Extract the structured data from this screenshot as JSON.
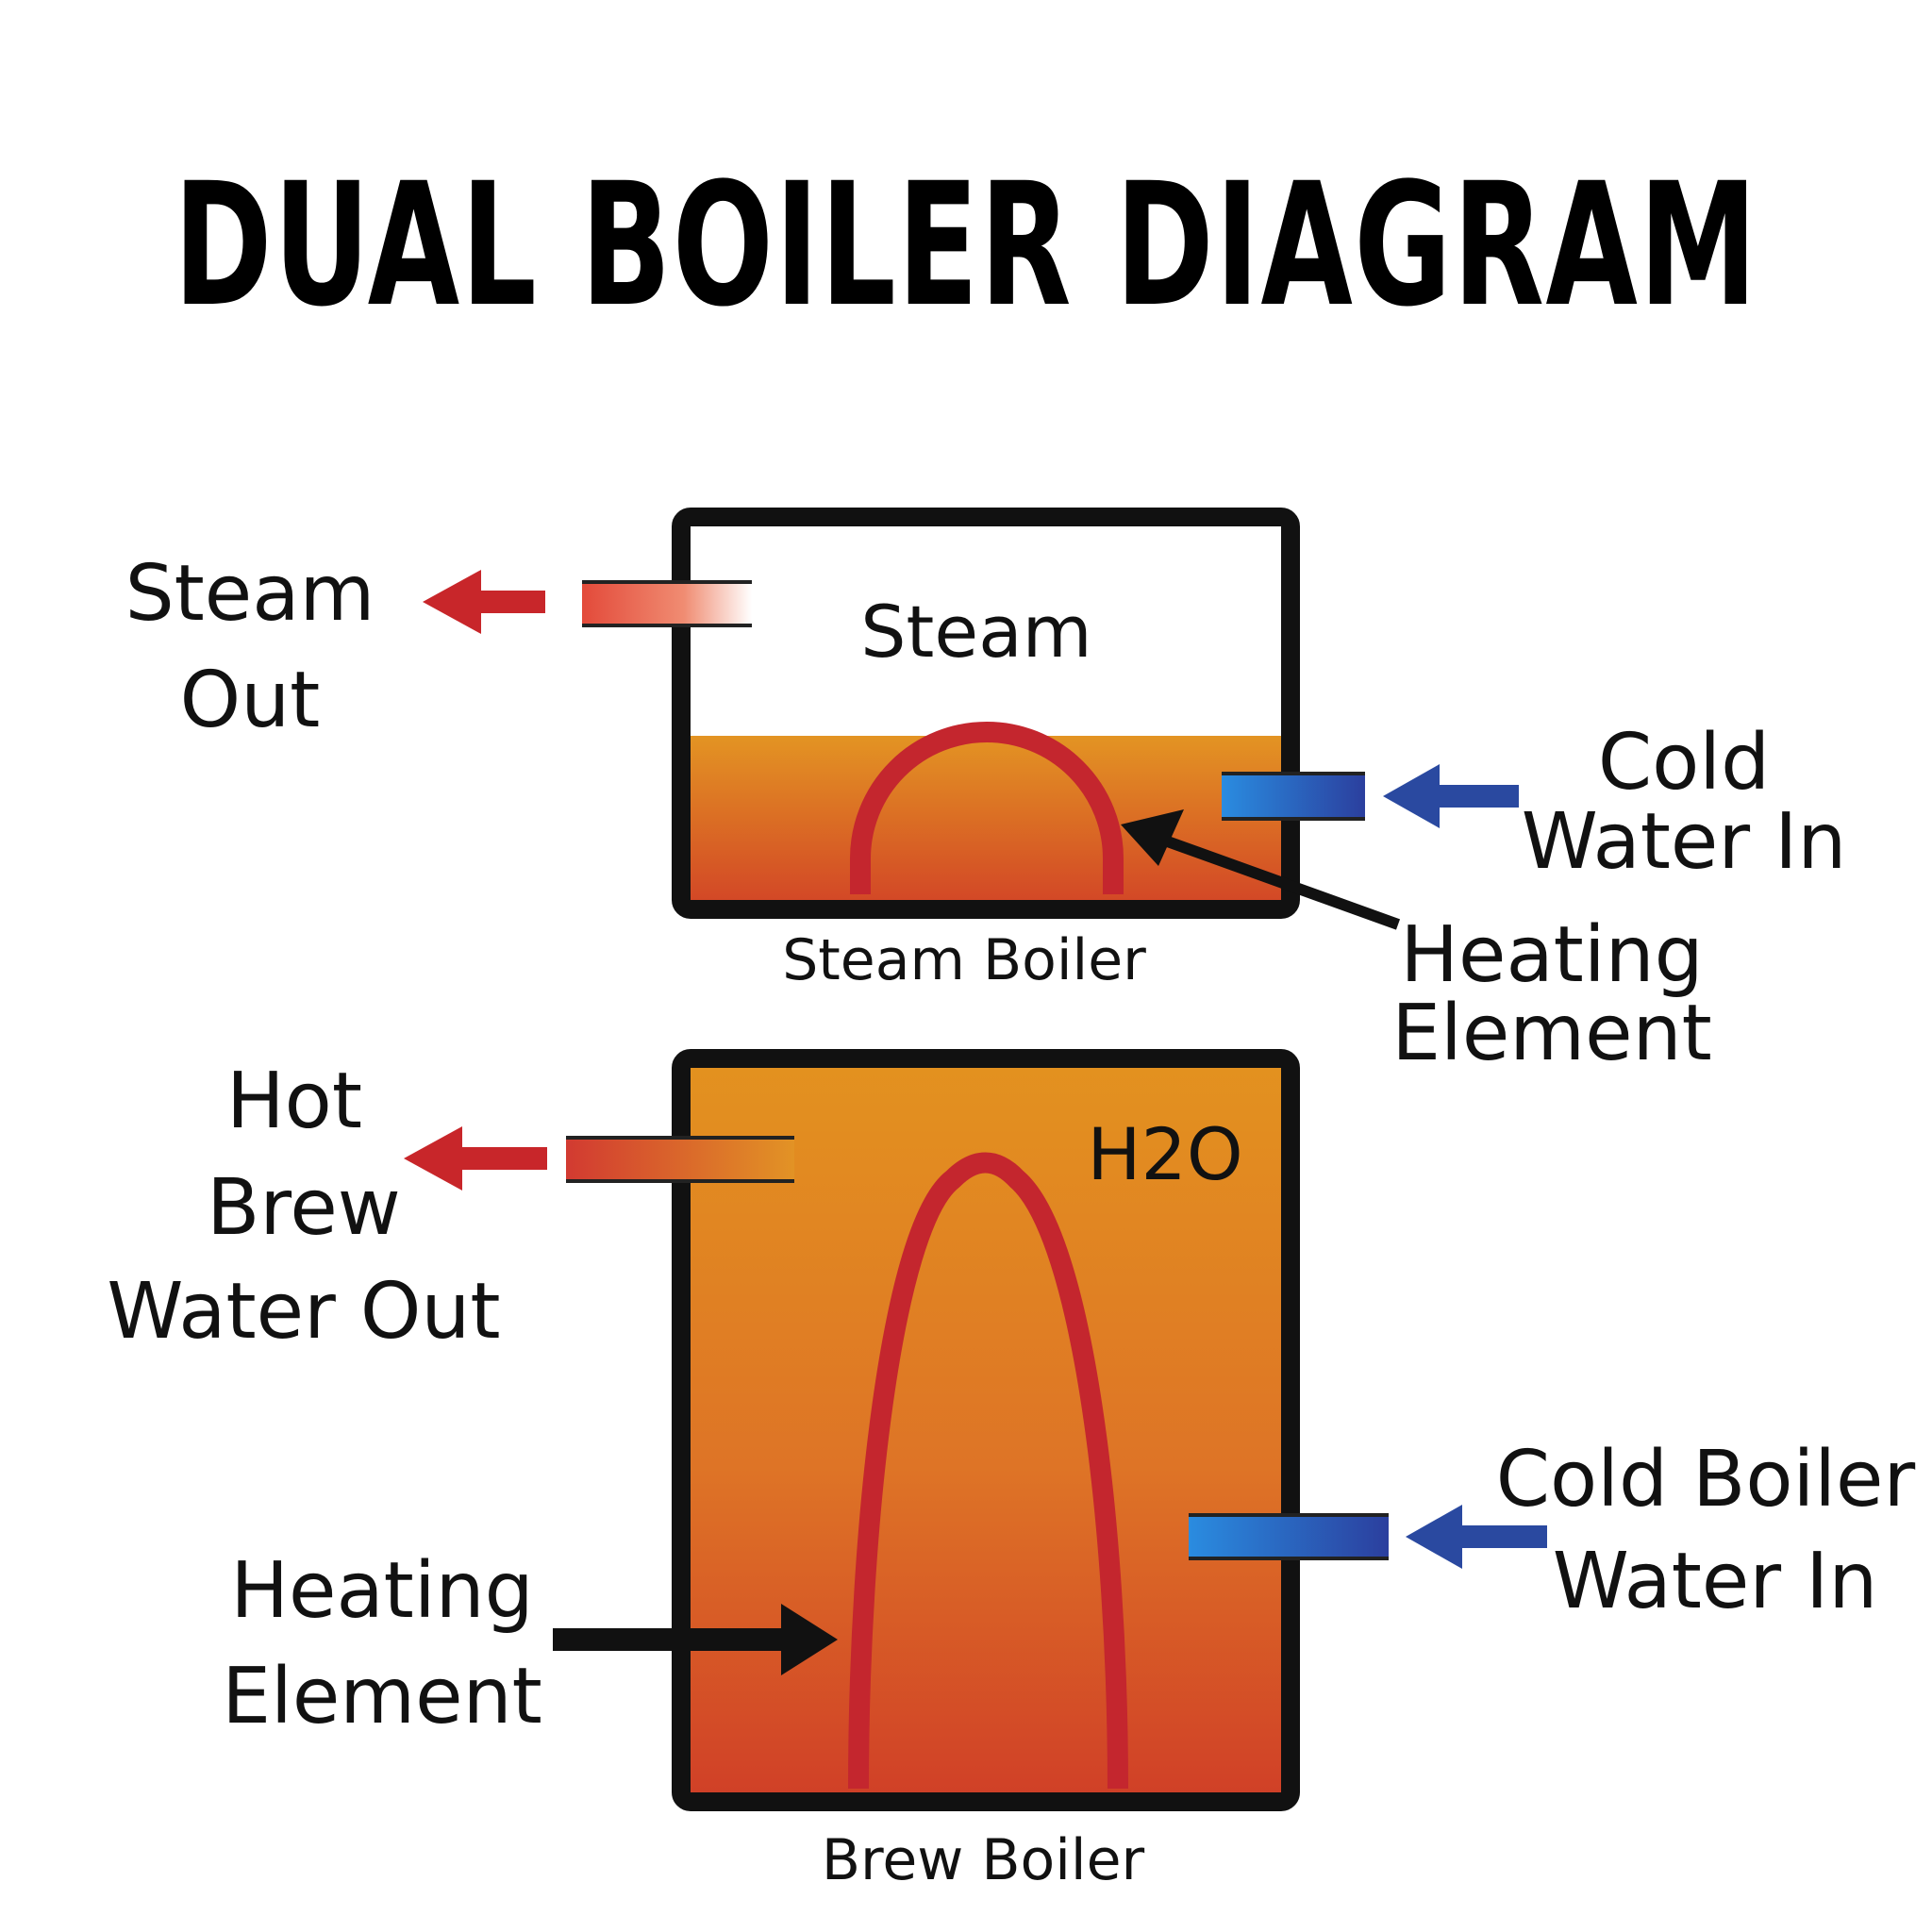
{
  "title": "DUAL BOILER DIAGRAM",
  "steam_boiler": {
    "name": "Steam Boiler",
    "inside_label": "Steam",
    "steam_out": [
      "Steam",
      "Out"
    ],
    "cold_water_in": [
      "Cold",
      "Water In"
    ],
    "heating_element": [
      "Heating",
      "Element"
    ]
  },
  "brew_boiler": {
    "name": "Brew Boiler",
    "inside_label": "H2O",
    "hot_brew_water_out": [
      "Hot",
      "Brew",
      "Water Out"
    ],
    "cold_boiler_water_in": [
      "Cold Boiler",
      "Water In"
    ],
    "heating_element": [
      "Heating",
      "Element"
    ]
  },
  "colors": {
    "water_top": "#E39423",
    "water_bottom": "#D24426",
    "element": "#C4262E",
    "hot_arrow": "#C8262A",
    "cold_arrow": "#2A49A0",
    "cold_pipe_light": "#2A8CE0",
    "cold_pipe_dark": "#2B3F9E",
    "outline": "#111111"
  }
}
